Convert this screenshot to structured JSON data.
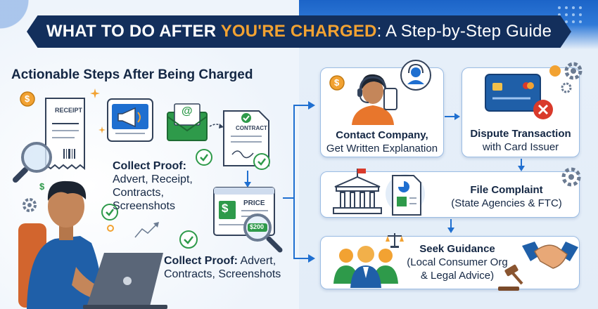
{
  "title": {
    "part1": "WHAT TO DO AFTER ",
    "part2": "YOU'RE CHARGED",
    "part3": ": A Step-by-Step Guide"
  },
  "left": {
    "heading": "Actionable Steps After Being Charged",
    "receipt_label": "RECEIPT",
    "contract_label": "CONTRACT",
    "price_label": "PRICE",
    "price_value": "$200",
    "dollar_symbol": "$",
    "collect1": {
      "title": "Collect Proof:",
      "line1": "Advert, Receipt,",
      "line2": "Contracts,",
      "line3": "Screenshots"
    },
    "collect2": {
      "title": "Collect Proof:",
      "line1_rest": " Advert,",
      "line2": "Contracts, Screenshots"
    }
  },
  "steps": {
    "contact": {
      "title": "Contact Company,",
      "sub": "Get Written Explanation"
    },
    "dispute": {
      "title": "Dispute Transaction",
      "sub": "with Card Issuer"
    },
    "complaint": {
      "title": "File Complaint",
      "sub": "(State Agencies & FTC)"
    },
    "guidance": {
      "title": "Seek Guidance",
      "sub1": "(Local Consumer Org",
      "sub2": "& Legal Advice)"
    }
  },
  "colors": {
    "navy": "#132f5c",
    "accent_orange": "#f2a232",
    "green": "#2e9a4a",
    "blue": "#1f6fd0",
    "red": "#d93a2b"
  },
  "icons": [
    "receipt-icon",
    "magnifier-icon",
    "megaphone-icon",
    "email-icon",
    "contract-icon",
    "price-sheet-icon",
    "person-laptop-icon",
    "headset-agent-icon",
    "phone-icon",
    "credit-card-icon",
    "courthouse-icon",
    "document-icon",
    "people-group-icon",
    "handshake-icon",
    "scales-icon",
    "gavel-icon",
    "gear-icon",
    "checkmark-icon",
    "arrow-icon"
  ]
}
